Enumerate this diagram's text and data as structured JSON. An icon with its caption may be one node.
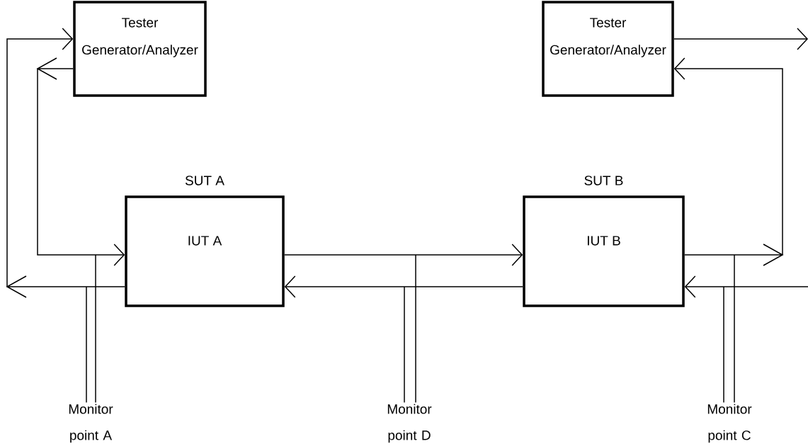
{
  "diagram": {
    "nodes": [
      {
        "text": [
          "Tester",
          "Generator/Analyzer"
        ]
      },
      {
        "text": [
          "Tester",
          "Generator/Analyzer"
        ]
      },
      {
        "text": [
          "SUT A",
          "IUT A"
        ]
      },
      {
        "text": [
          "SUT B",
          "IUT B"
        ]
      },
      {
        "text": [
          "Monitor point A"
        ]
      },
      {
        "text": [
          "Monitor point D"
        ]
      },
      {
        "text": [
          "Monitor point C"
        ]
      }
    ],
    "edges": [
      {
        "from": 0,
        "to": 2,
        "arrow": "to"
      },
      {
        "from": 2,
        "to": 0,
        "arrow": "to"
      },
      {
        "from": 2,
        "to": 3,
        "arrow": "to"
      },
      {
        "from": 3,
        "to": 2,
        "arrow": "to"
      },
      {
        "from": 3,
        "to": 1,
        "arrow": "to"
      },
      {
        "from": 1,
        "to": null,
        "arrow": "to"
      },
      {
        "from": null,
        "to": 3,
        "arrow": "to"
      },
      {
        "from": 4,
        "to": null,
        "arrow": "none"
      },
      {
        "from": 4,
        "to": null,
        "arrow": "none"
      },
      {
        "from": 5,
        "to": null,
        "arrow": "none"
      },
      {
        "from": 5,
        "to": null,
        "arrow": "none"
      },
      {
        "from": 6,
        "to": null,
        "arrow": "none"
      },
      {
        "from": 6,
        "to": null,
        "arrow": "none"
      }
    ]
  }
}
